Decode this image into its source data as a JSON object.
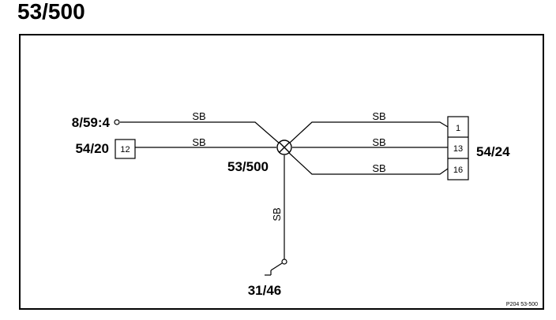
{
  "title": "53/500",
  "diagram": {
    "splice_label": "53/500",
    "left_connectors": [
      {
        "label": "8/59:4"
      },
      {
        "label": "54/20",
        "pin": "12"
      }
    ],
    "right_connector": {
      "label": "54/24",
      "pins": [
        "1",
        "13",
        "16"
      ]
    },
    "ground_label": "31/46",
    "wire_colors": {
      "left_top": "SB",
      "left_bottom": "SB",
      "right_top": "SB",
      "right_middle": "SB",
      "right_bottom": "SB",
      "vertical": "SB"
    },
    "footer_code": "P204  53-500"
  }
}
